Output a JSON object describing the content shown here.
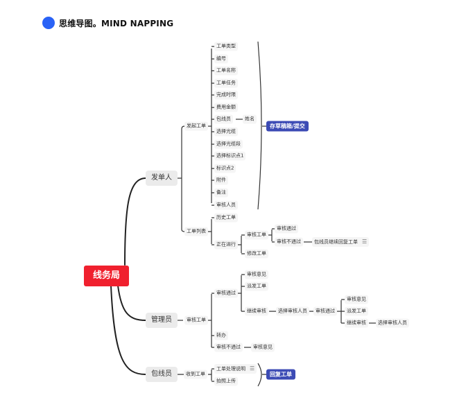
{
  "header": {
    "title": "思维导图。MIND NAPPING",
    "dot_color": "#2962f6"
  },
  "colors": {
    "root": "#f0202e",
    "summary": "#3c4bb5",
    "line": "#222222"
  },
  "root": {
    "label": "线务局"
  },
  "branches": {
    "issuer": {
      "label": "发单人",
      "start_order": {
        "label": "发起工单",
        "fields": [
          "工单类型",
          "编号",
          "工单名称",
          "工单任务",
          "完成时限",
          "费用金额",
          "包线员",
          "选择光缆",
          "选择光缆段",
          "选择标识点1",
          "标识点2",
          "附件",
          "备注",
          "审核人员"
        ],
        "lineman_child": "姓名",
        "summary": "存草稿箱/提交"
      },
      "order_list": {
        "label": "工单列表",
        "history": "历史工单",
        "in_progress": {
          "label": "正在进行",
          "review": {
            "label": "审核工单",
            "pass": "审核通过",
            "fail": "审核不通过",
            "fail_child": "包线员继续回复工单",
            "fail_child_icon": "note-icon"
          },
          "modify": "修改工单"
        }
      }
    },
    "admin": {
      "label": "管理员",
      "review": {
        "label": "审核工单",
        "pass": {
          "label": "审核通过",
          "opinion": "审核意见",
          "dispatch": "派发工单",
          "continue": {
            "label": "继续审核",
            "select": "选择审核人员",
            "pass2": {
              "label": "审核通过",
              "opinion": "审核意见",
              "dispatch": "派发工单",
              "continue": "继续审核",
              "select": "选择审核人员"
            }
          }
        },
        "transfer": "转办",
        "fail": {
          "label": "审核不通过",
          "opinion": "审核意见"
        }
      }
    },
    "lineman": {
      "label": "包线员",
      "receive": {
        "label": "收到工单",
        "explain": "工单处理说明",
        "explain_icon": "note-icon",
        "photo": "拍照上传",
        "summary": "回复工单"
      }
    }
  }
}
